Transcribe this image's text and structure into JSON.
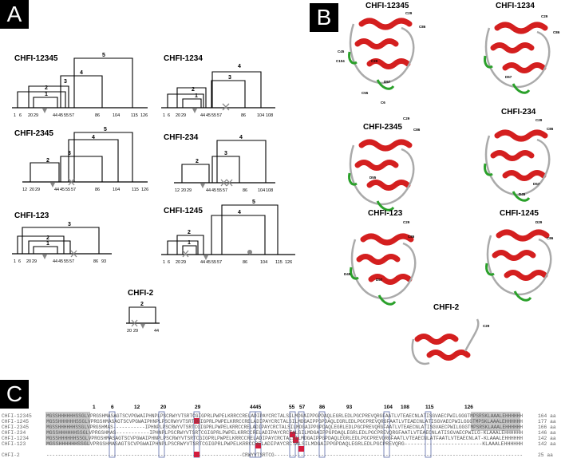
{
  "panels": {
    "a": "A",
    "b": "B",
    "c": "C"
  },
  "diagrams": [
    {
      "title": "CHFI-12345",
      "ticks": [
        "1",
        "6",
        "20",
        "29",
        "44",
        "45",
        "55",
        "57",
        "86",
        "104",
        "115",
        "126"
      ],
      "spans": [
        "1",
        "2",
        "3",
        "4",
        "5"
      ]
    },
    {
      "title": "CHFI-1234",
      "ticks": [
        "1",
        "6",
        "20",
        "29",
        "44",
        "45",
        "55",
        "57",
        "86",
        "104",
        "108"
      ],
      "spans": [
        "1",
        "2",
        "3",
        "4"
      ]
    },
    {
      "title": "CHFI-2345",
      "ticks": [
        "12",
        "20",
        "29",
        "44",
        "45",
        "55",
        "57",
        "86",
        "104",
        "115",
        "126"
      ],
      "spans": [
        "2",
        "3",
        "4",
        "5"
      ]
    },
    {
      "title": "CHFI-234",
      "ticks": [
        "12",
        "20",
        "29",
        "44",
        "45",
        "55",
        "57",
        "86",
        "104",
        "108"
      ],
      "spans": [
        "2",
        "3",
        "4"
      ]
    },
    {
      "title": "CHFI-123",
      "ticks": [
        "1",
        "6",
        "20",
        "29",
        "44",
        "45",
        "55",
        "57",
        "86",
        "93"
      ],
      "spans": [
        "1",
        "2",
        "3"
      ]
    },
    {
      "title": "CHFI-1245",
      "ticks": [
        "1",
        "6",
        "20",
        "29",
        "44",
        "45",
        "55",
        "57",
        "86",
        "104",
        "115",
        "126"
      ],
      "spans": [
        "1",
        "2",
        "4",
        "5"
      ]
    },
    {
      "title": "CHFI-2",
      "ticks": [
        "20",
        "29",
        "44"
      ],
      "spans": [
        "2"
      ]
    }
  ],
  "structures": [
    {
      "title": "CHFI-12345",
      "labels": [
        "C29",
        "C86",
        "C45",
        "C104",
        "C20",
        "C55",
        "D57",
        "C6"
      ]
    },
    {
      "title": "CHFI-1234",
      "labels": [
        "C29",
        "C86",
        "D57"
      ]
    },
    {
      "title": "CHFI-2345",
      "labels": [
        "C29",
        "C86",
        "D55"
      ]
    },
    {
      "title": "CHFI-234",
      "labels": [
        "C29",
        "C86",
        "D57",
        "D45"
      ]
    },
    {
      "title": "CHFI-123",
      "labels": [
        "C29",
        "C86",
        "D45",
        "D57"
      ]
    },
    {
      "title": "CHFI-1245",
      "labels": [
        "D29",
        "C86"
      ]
    },
    {
      "title": "CHFI-2",
      "labels": [
        "C29"
      ]
    }
  ],
  "alignment": {
    "positions": [
      "1",
      "6",
      "12",
      "20",
      "29",
      "44",
      "45",
      "55",
      "57",
      "86",
      "93",
      "104",
      "108",
      "115",
      "126"
    ],
    "rows": [
      {
        "name": "CHFI-12345",
        "seq": "MGSSHHHHHHSSGLVPRGSHMASAGTSCVPGWAIPHNPLPSCRWYVTSRTCGIGPRLPWPELKRRCCRELADIPAYCRCTALSILMDGAIPPGPDAQLEGRLEDLPGCPREVQRGFAATLVTEAECNLATISGVAECPWILGGGTMPSRSKLAAALEHHHHHH",
        "len": "164 aa"
      },
      {
        "name": "CHFI-1245",
        "seq": "MGSSHHHHHHSSGLVPRGSHMASAGTSCVPGWAIPHNPLPSCRWYVTSRTCGIGPRLPWPELKRRCCRELADIPAYCRCTALSILMDGAIPPGPDAQLEGRLEDLPGCPREVQRGFAATLVTEAECNLATISGVAECPWILGGGTMPSKLAAALEHHHHHH",
        "len": "177 aa"
      },
      {
        "name": "CHFI-2345",
        "seq": "MGSSHHHHHHSSGLVPRGSHMAS-----------IPHNPLPSCRWYVTSRTCGIGPRLPWPELKRRCCRELADIPAYCRCTALSILMDGAIPPGPDAQLEGRLEDLPGCPREVQRGFAATLVTEAECNLATISGVAECPWILGGGTMPSRSKLAAALEHHHHHH",
        "len": "166 aa"
      },
      {
        "name": "CHFI-234",
        "seq": "MGSSHHHHHHSSGLVPRGSHMAS-----------IPHNPLPSCRWYVTSRTCGIGPRLPWPELKRRCCRELADIPAYCRCTALSILMDGAIPPGPDAQLEGRLEDLPGCPREVQRGFAATLVTEAECNLATISGVAECPWILG-KLAAALEHHHHHH",
        "len": "146 aa"
      },
      {
        "name": "CHFI-1234",
        "seq": "MGSSHHHHHHSSGLVPRGSHMASAGTSCVPGWAIPHNPLPSCRWYVTSRTCGIGPRLPWPELKRRCCRELADIPAYCRCTALSILMDGAIPPGPDAQLEGRLEDLPGCPREVQRGFAATLVTEAECNLATFAATLVTEAECNLAT-KLAAALEHHHHHH",
        "len": "142 aa"
      },
      {
        "name": "CHFI-123",
        "seq": "MGSSHHHHHHSSGLVPRGSHMASAGTSCVPGWAIPHNPLPSCRWYVTSRTCGIGPRLPWPELKRRCCRELADIPAYCRCTALSILMDGAIPPGPDAQLEGRLEDLPGCPREVQRG-------------------------KLAAALEHHHHHH",
        "len": "142 aa"
      },
      {
        "name": "CHFI-2",
        "seq": "-------------------------------------------------------------------CRWYVTSRTCG-------------------------------------------------------------------------------------",
        "len": "25 aa"
      }
    ]
  }
}
